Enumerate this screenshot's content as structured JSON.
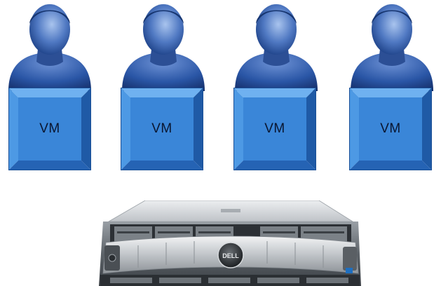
{
  "vms": [
    {
      "label": "VM"
    },
    {
      "label": "VM"
    },
    {
      "label": "VM"
    },
    {
      "label": "VM"
    }
  ],
  "server": {
    "brand": "DELL"
  },
  "colors": {
    "user_dark": "#1b3f85",
    "user_light": "#8fb0e2",
    "vm_face": "#3a86d8",
    "vm_bevel_light": "#6fb1f0",
    "vm_bevel_dark": "#1f5aa6",
    "server_metal": "#c9ccd0"
  }
}
